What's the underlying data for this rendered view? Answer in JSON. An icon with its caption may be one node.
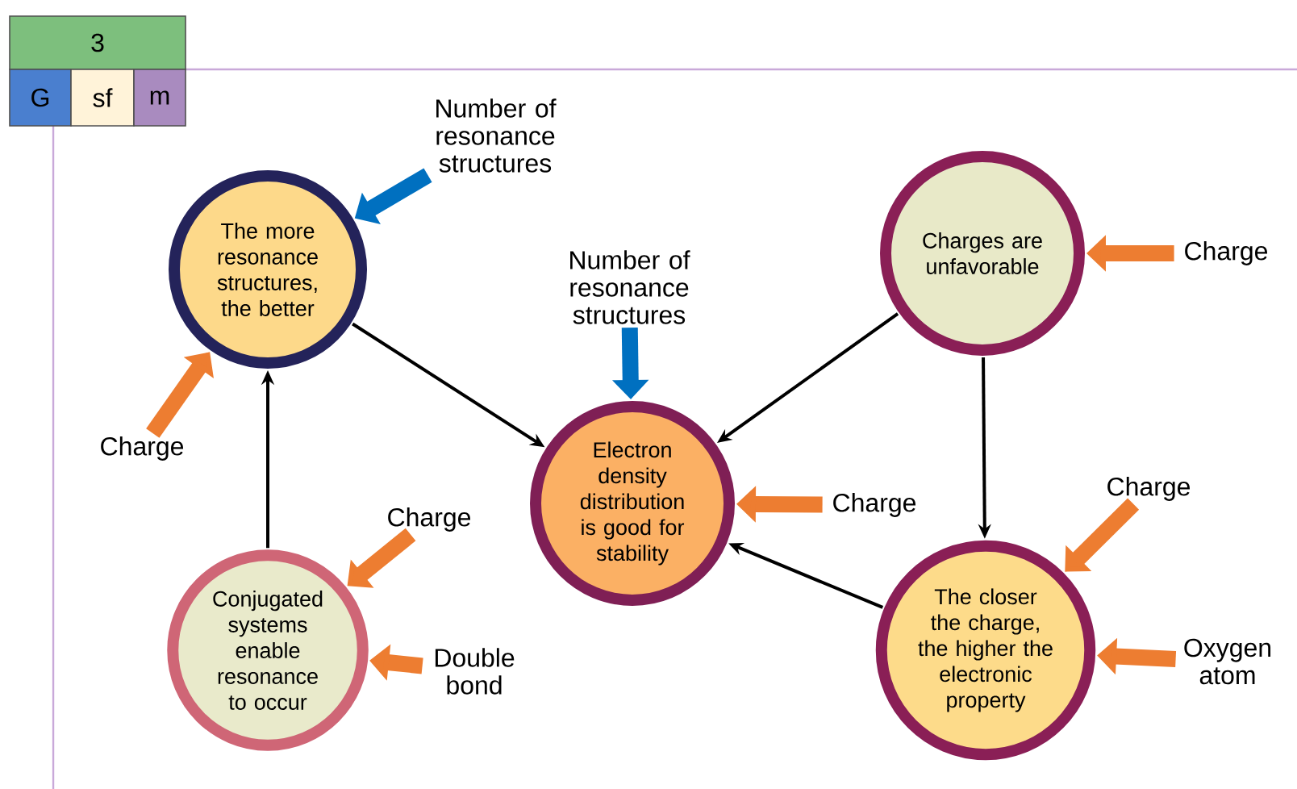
{
  "diagram": {
    "nodes": [
      {
        "text": [
          "3"
        ]
      },
      {
        "text": [
          "G"
        ]
      },
      {
        "text": [
          "sf"
        ]
      },
      {
        "text": [
          "m"
        ]
      },
      {
        "text": [
          "The more resonance structures, the better"
        ]
      },
      {
        "text": [
          "Electron density distribution is good for stability"
        ]
      },
      {
        "text": [
          "Charges are unfavorable"
        ]
      },
      {
        "text": [
          "The closer the charge, the higher the electronic property"
        ]
      },
      {
        "text": [
          "Conjugated systems enable resonance to occur"
        ]
      },
      {
        "text": [
          "Number of resonance structures"
        ]
      },
      {
        "text": [
          "Number of resonance structures"
        ]
      },
      {
        "text": [
          "Charge"
        ]
      },
      {
        "text": [
          "Charge"
        ]
      },
      {
        "text": [
          "Double bond"
        ]
      },
      {
        "text": [
          "Charge"
        ]
      },
      {
        "text": [
          "Charge"
        ]
      },
      {
        "text": [
          "Charge"
        ]
      },
      {
        "text": [
          "Oxygen atom"
        ]
      }
    ],
    "edges": [
      {
        "from": 4,
        "to": 5,
        "arrow": "to",
        "color": "#000000"
      },
      {
        "from": 6,
        "to": 5,
        "arrow": "to",
        "color": "#000000"
      },
      {
        "from": 6,
        "to": 7,
        "arrow": "to",
        "color": "#000000"
      },
      {
        "from": 7,
        "to": 5,
        "arrow": "to",
        "color": "#000000"
      },
      {
        "from": 8,
        "to": 4,
        "arrow": "to",
        "color": "#000000"
      },
      {
        "from": 9,
        "to": 4,
        "arrow": "to",
        "color": "#0070c0"
      },
      {
        "from": 10,
        "to": 5,
        "arrow": "to",
        "color": "#0070c0"
      },
      {
        "from": 11,
        "to": 4,
        "arrow": "to",
        "color": "#ed7d31"
      },
      {
        "from": 12,
        "to": 8,
        "arrow": "to",
        "color": "#ed7d31"
      },
      {
        "from": 13,
        "to": 8,
        "arrow": "to",
        "color": "#ed7d31"
      },
      {
        "from": 14,
        "to": 5,
        "arrow": "to",
        "color": "#ed7d31"
      },
      {
        "from": 15,
        "to": 6,
        "arrow": "to",
        "color": "#ed7d31"
      },
      {
        "from": 16,
        "to": 7,
        "arrow": "to",
        "color": "#ed7d31"
      },
      {
        "from": 17,
        "to": 7,
        "arrow": "to",
        "color": "#ed7d31"
      }
    ]
  }
}
